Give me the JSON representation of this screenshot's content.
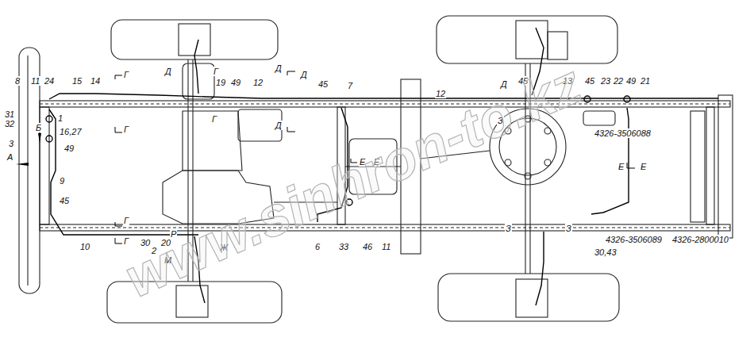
{
  "diagram": {
    "labels": [
      "8",
      "11",
      "24",
      "15",
      "14",
      "31",
      "32",
      "1",
      "Б",
      "16,27",
      "3",
      "49",
      "А",
      "9",
      "45",
      "10",
      "Г",
      "Г",
      "Г",
      "Г",
      "Д",
      "Г",
      "19",
      "49",
      "Г",
      "12",
      "Д",
      "Д",
      "Д",
      "45",
      "7",
      "12",
      "Д",
      "45",
      "13",
      "45",
      "23",
      "22",
      "49",
      "21",
      "З",
      "4326-3506088",
      "Е",
      "Е",
      "Е",
      "Е",
      "6",
      "33",
      "46",
      "11",
      "30",
      "2",
      "20",
      "Р",
      "М",
      "Ж",
      "З",
      "З",
      "30,43",
      "4326-3506089",
      "4326-2800010",
      "www.sinhron-to.kz"
    ]
  }
}
